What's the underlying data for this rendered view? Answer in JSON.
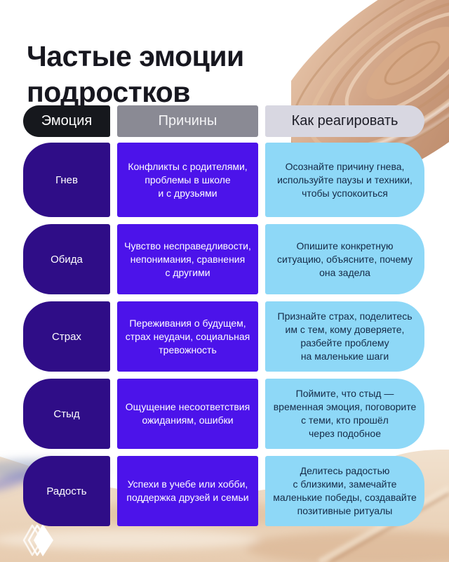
{
  "page": {
    "title": "Частые эмоции\nподростков"
  },
  "table": {
    "headers": [
      {
        "label": "Эмоция"
      },
      {
        "label": "Причины"
      },
      {
        "label": "Как реагировать"
      }
    ],
    "rows": [
      {
        "emotion": "Гнев",
        "causes": "Конфликты с родителями,\nпроблемы в школе\nи с друзьями",
        "reaction": "Осознайте причину гнева,\nиспользуйте паузы и техники,\nчтобы успокоиться"
      },
      {
        "emotion": "Обида",
        "causes": "Чувство несправедливости,\nнепонимания, сравнения\nс другими",
        "reaction": "Опишите конкретную\nситуацию, объясните, почему\nона задела"
      },
      {
        "emotion": "Страх",
        "causes": "Переживания о будущем,\nстрах неудачи, социальная\nтревожность",
        "reaction": "Признайте страх, поделитесь\nим с тем, кому доверяете,\nразбейте проблему\nна маленькие шаги"
      },
      {
        "emotion": "Стыд",
        "causes": "Ощущение несоответствия\nожиданиям, ошибки",
        "reaction": "Поймите, что стыд —\nвременная эмоция, поговорите\nс теми, кто прошёл\nчерез подобное"
      },
      {
        "emotion": "Радость",
        "causes": "Успехи в учебе или хобби,\nподдержка друзей и семьи",
        "reaction": "Делитесь радостью\nс близкими, замечайте\nмаленькие победы, создавайте\nпозитивные ритуалы"
      }
    ]
  },
  "logo": {
    "icon": "layered-diamond-logo"
  },
  "colors": {
    "title_text": "#17171f",
    "header_emotion_bg": "#16181d",
    "header_emotion_text": "#ffffff",
    "header_causes_bg": "#8a8a94",
    "header_causes_text": "#f4f4f6",
    "header_react_bg": "#d8d7e1",
    "header_react_text": "#1c1c26",
    "emotion_cell_bg": "#2f0d87",
    "emotion_cell_text": "#ffffff",
    "causes_cell_bg": "#4c13ea",
    "causes_cell_text": "#ffffff",
    "react_cell_bg": "#8ed8f7",
    "react_cell_text": "#152a47"
  }
}
